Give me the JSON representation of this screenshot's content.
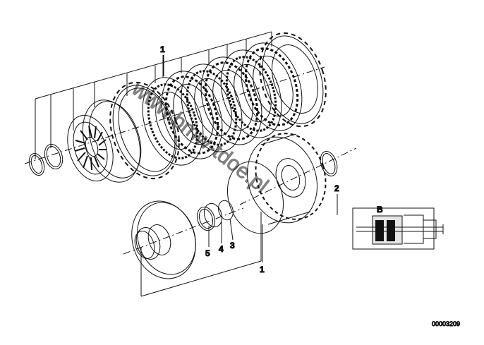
{
  "diagram": {
    "callouts": {
      "c1_top": "1",
      "c1_bottom": "1",
      "c2": "2",
      "c3": "3",
      "c4": "4",
      "c5": "5",
      "inset_b": "B"
    },
    "document_number": "00003209",
    "watermark": "www.bmw-tdoe.pl"
  }
}
